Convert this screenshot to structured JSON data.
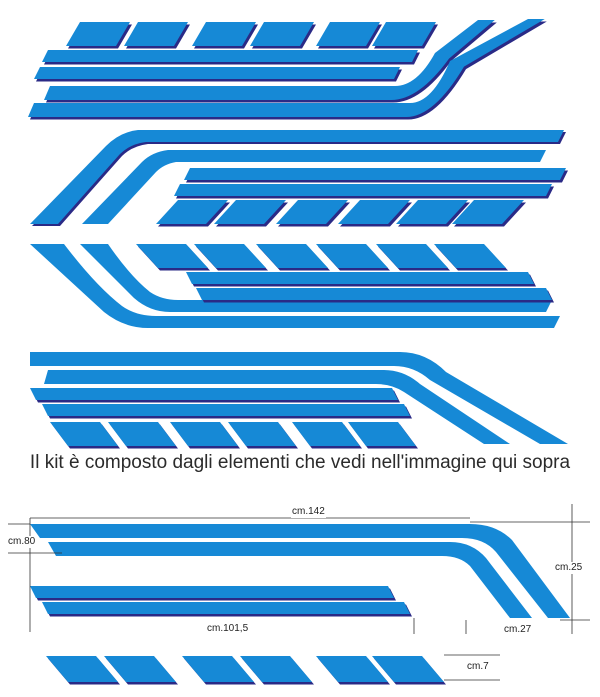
{
  "caption": "Il kit è composto dagli elementi che vedi nell'immagine qui sopra",
  "dimensions": {
    "total_length": "cm.142",
    "height_left": "cm.80",
    "total_height": "cm.25",
    "mid_length": "cm.101,5",
    "curve_length": "cm.27",
    "stripe_height": "cm.7"
  },
  "colors": {
    "stripe_fill": "#1689d6",
    "stripe_edge": "#2a2a86",
    "dimension_line": "#333333",
    "caption_text": "#2b2b2b"
  }
}
